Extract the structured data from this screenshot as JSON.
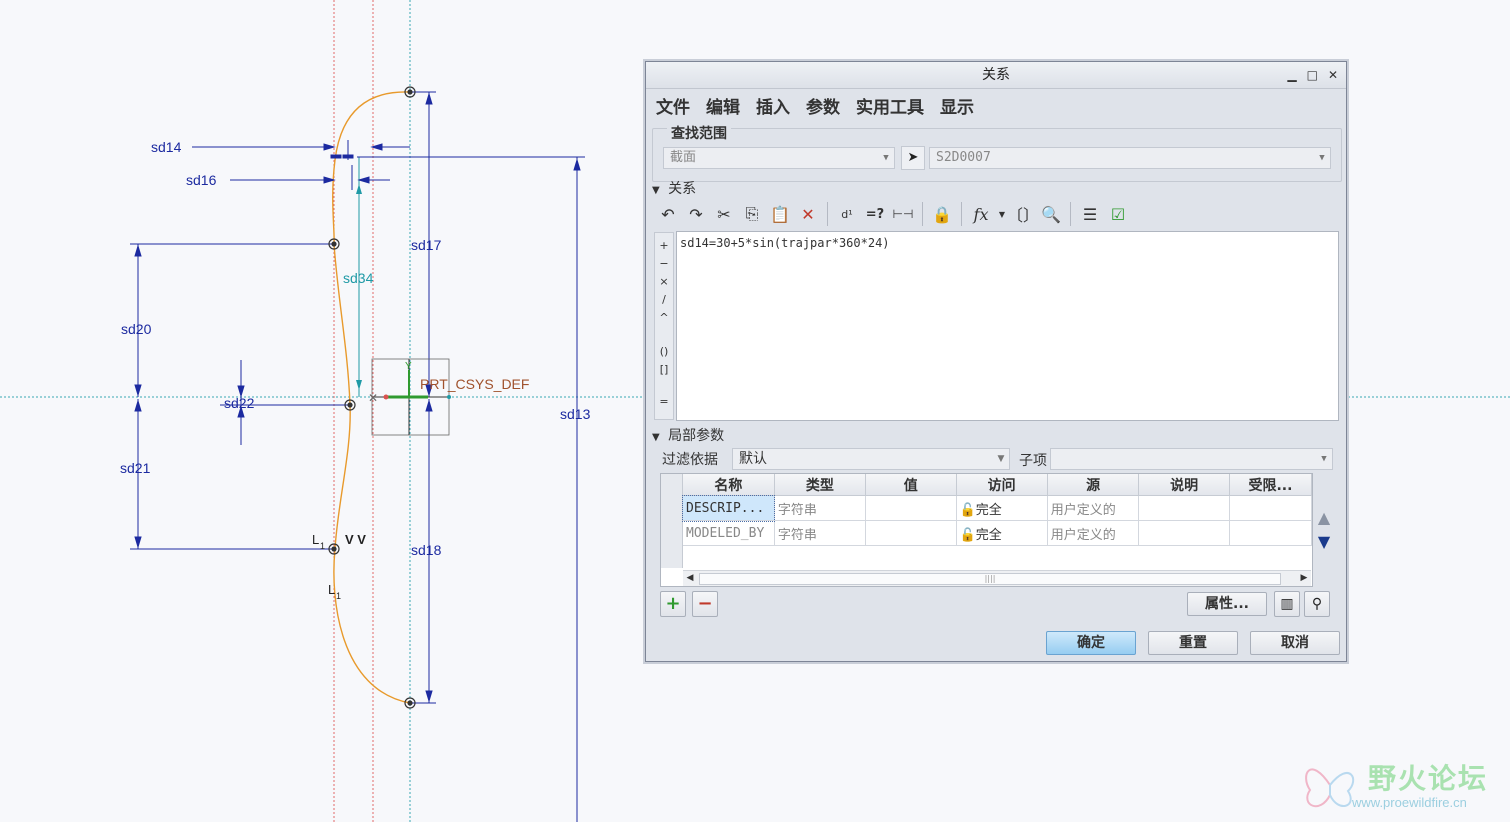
{
  "sketch": {
    "dims": {
      "sd14": "sd14",
      "sd16": "sd16",
      "sd17": "sd17",
      "sd34": "sd34",
      "sd20": "sd20",
      "sd22": "sd22",
      "sd21": "sd21",
      "sd18": "sd18",
      "sd13": "sd13",
      "l1_a": "L",
      "l1_a_sub": "1",
      "l1_b": "L",
      "l1_b_sub": "1",
      "vv": "V V"
    },
    "csys_label": "PRT_CSYS_DEF",
    "colors": {
      "dim": "#1c2aa0",
      "spline": "#e89a2c",
      "construction": "#1f9aa6",
      "ref": "#d9534f"
    }
  },
  "dialog": {
    "title": "关系",
    "win_buttons": {
      "minimize": "▁",
      "maximize": "□",
      "close": "✕"
    },
    "menu": [
      "文件",
      "编辑",
      "插入",
      "参数",
      "实用工具",
      "显示"
    ],
    "lookup": {
      "legend": "查找范围",
      "scope_value": "截面",
      "object_value": "S2D0007"
    },
    "relations_header": "关系",
    "relation_text": "sd14=30+5*sin(trajpar*360*24)",
    "operators": [
      "+",
      "−",
      "×",
      "/",
      "^",
      "()",
      "[]",
      "="
    ],
    "local_params": {
      "header": "局部参数",
      "filter_label": "过滤依据",
      "filter_value": "默认",
      "child_label": "子项",
      "child_value": "",
      "columns": [
        "名称",
        "类型",
        "值",
        "访问",
        "源",
        "说明",
        "受限..."
      ],
      "rows": [
        {
          "name": "DESCRIP...",
          "type": "字符串",
          "value": "",
          "access": "完全",
          "source": "用户定义的",
          "desc": "",
          "restricted": ""
        },
        {
          "name": "MODELED_BY",
          "type": "字符串",
          "value": "",
          "access": "完全",
          "source": "用户定义的",
          "desc": "",
          "restricted": ""
        }
      ],
      "scroll_thumb": "||||",
      "add_label": "+",
      "remove_label": "−",
      "props_label": "属性..."
    },
    "buttons": {
      "ok": "确定",
      "reset": "重置",
      "cancel": "取消"
    }
  },
  "watermark": {
    "title": "野火论坛",
    "url": "www.proewildfire.cn"
  }
}
